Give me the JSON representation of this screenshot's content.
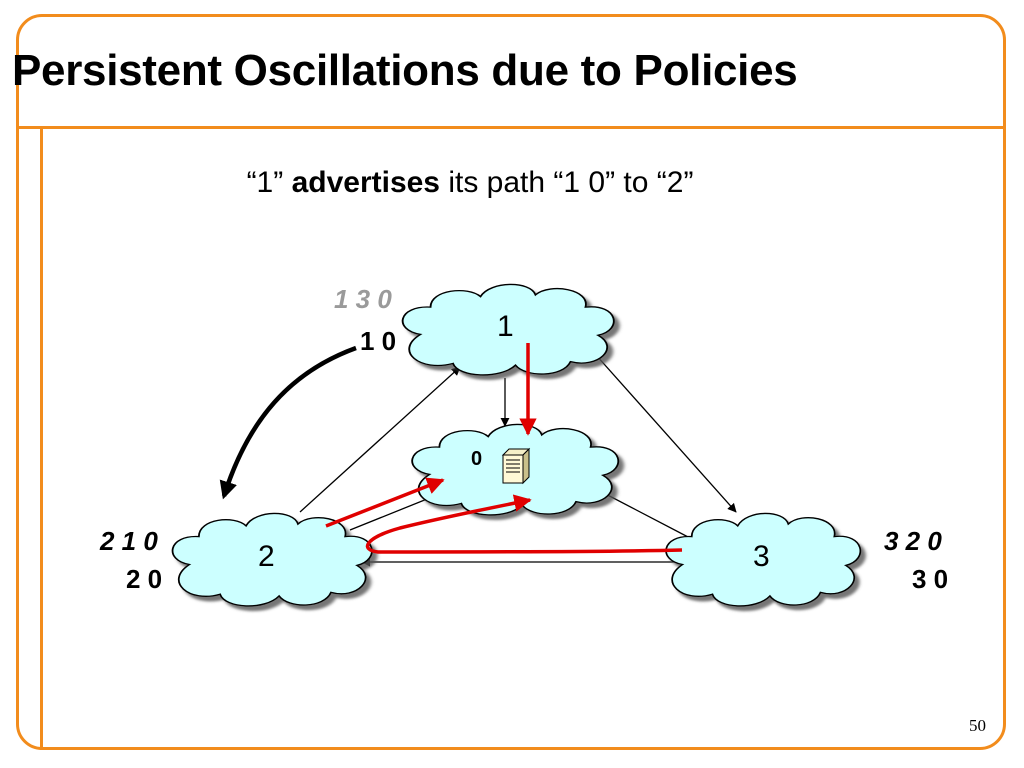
{
  "slide": {
    "title": "Persistent Oscillations due to Policies",
    "subtitle_pre": "“1” ",
    "subtitle_bold": "advertises",
    "subtitle_post": " its path “1 0” to “2”",
    "page_number": "50"
  },
  "nodes": {
    "n0": "0",
    "n1": "1",
    "n2": "2",
    "n3": "3"
  },
  "paths": {
    "node1_preferred": "1 3 0",
    "node1_current": "1 0",
    "node2_preferred": "2 1 0",
    "node2_current": "2 0",
    "node3_preferred": "3 2 0",
    "node3_current": "3 0"
  },
  "colors": {
    "frame": "#f28c1c",
    "cloud_fill": "#ccffff",
    "highlight_path": "#e00000"
  }
}
